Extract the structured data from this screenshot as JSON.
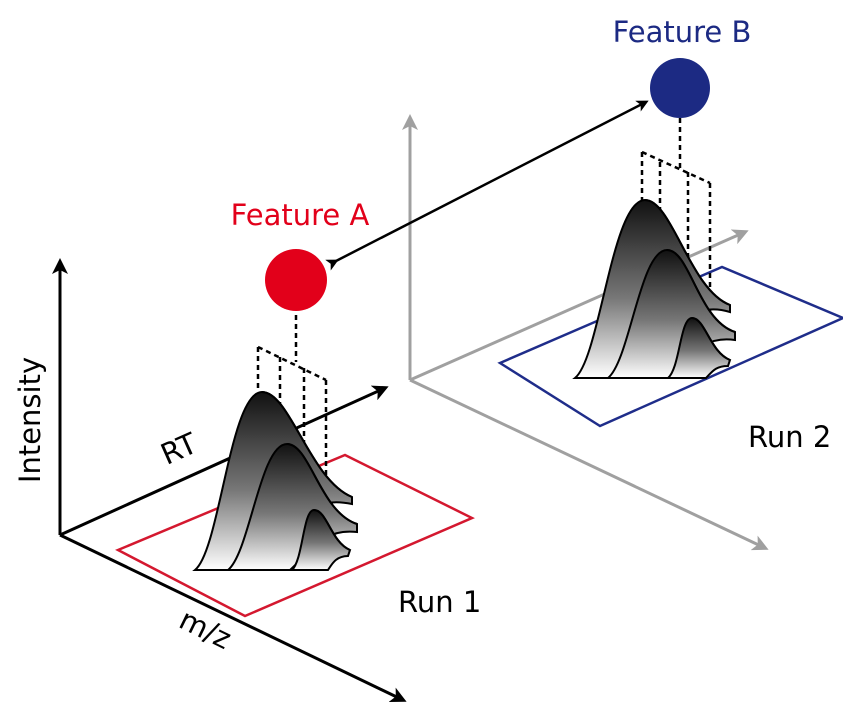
{
  "labels": {
    "feature_a": "Feature A",
    "feature_b": "Feature B",
    "run_1": "Run 1",
    "run_2": "Run 2",
    "axis_intensity": "Intensity",
    "axis_rt": "RT",
    "axis_mz": "m/z"
  },
  "colors": {
    "feature_a": "#e2001a",
    "feature_b": "#1c2a83",
    "run_1_plane": "#d4182f",
    "run_2_plane": "#1f2d8a",
    "run_1_axes": "#000000",
    "run_2_axes": "#a0a0a0"
  }
}
